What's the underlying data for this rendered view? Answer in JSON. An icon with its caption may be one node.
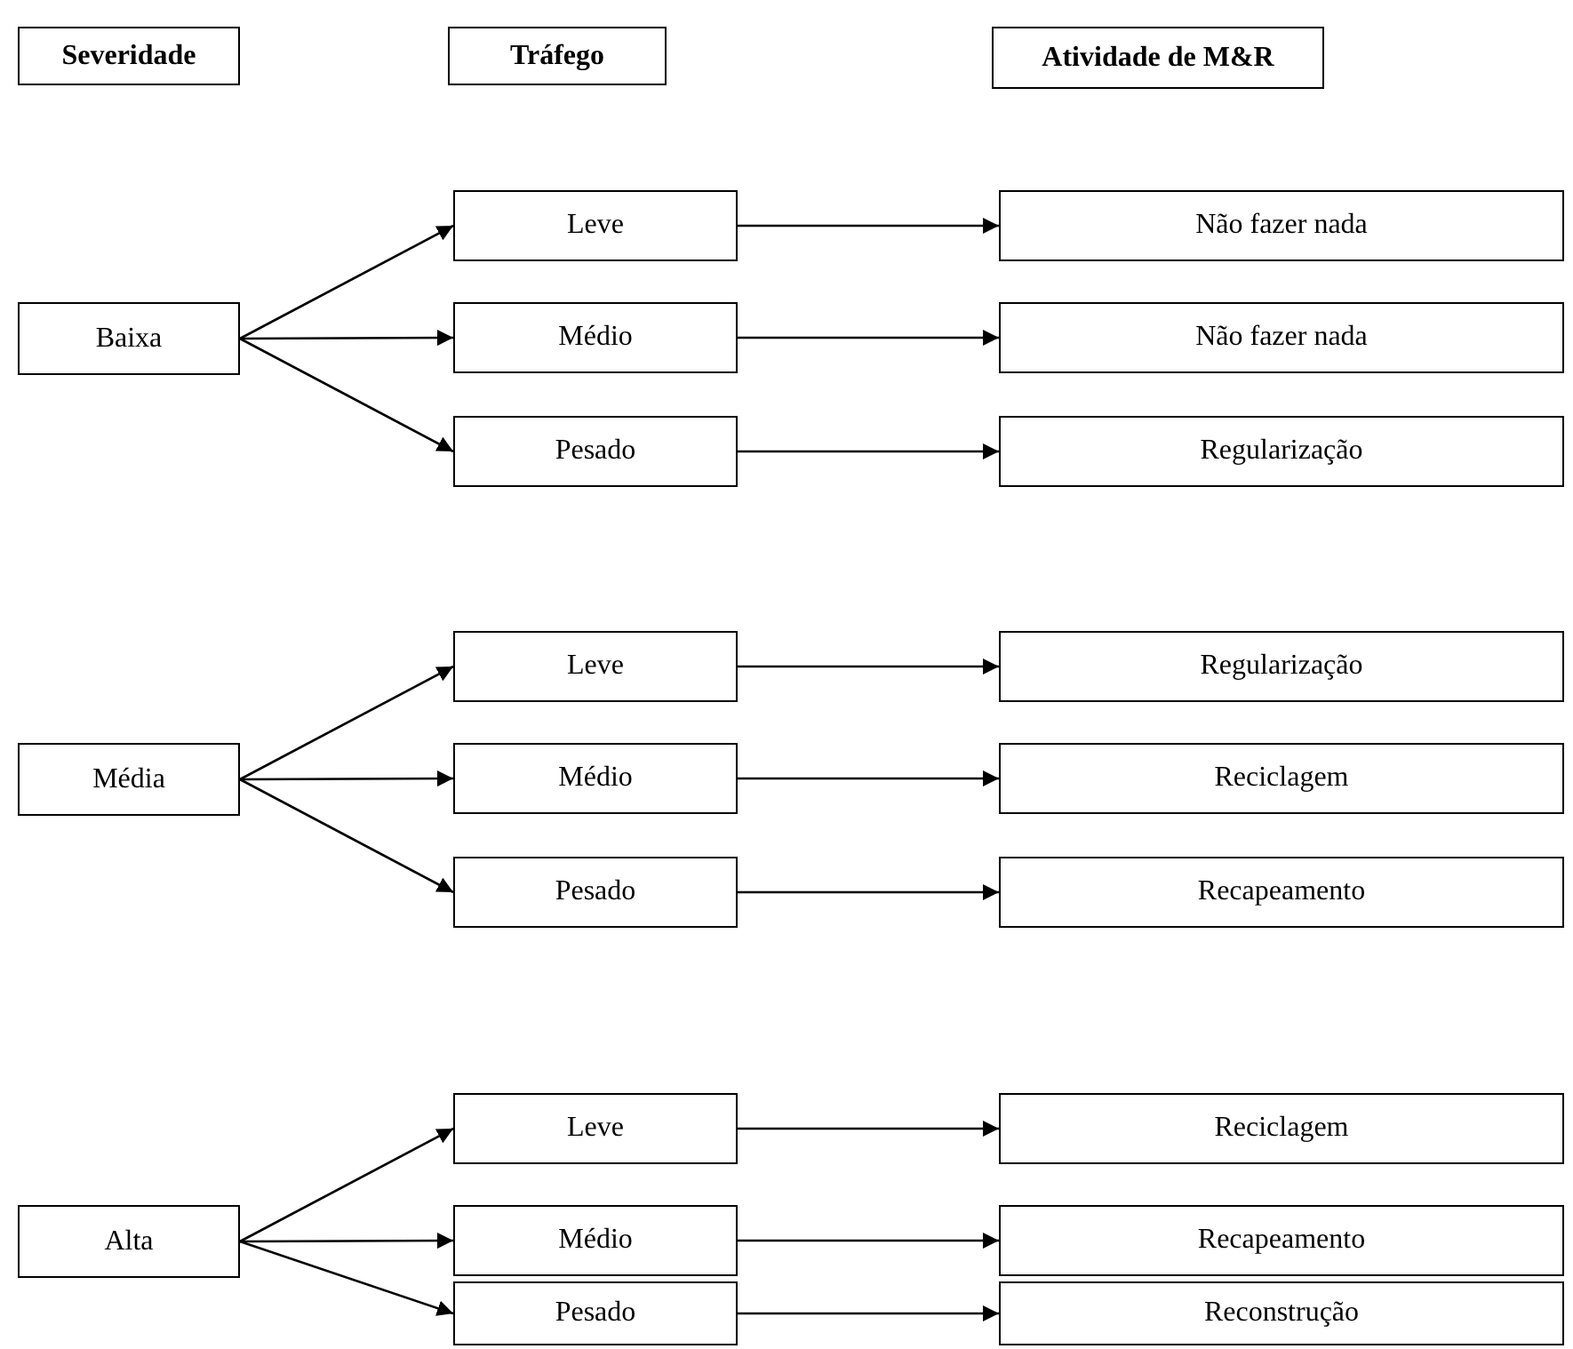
{
  "diagram": {
    "nodes": [
      {
        "text": [
          "Severidade"
        ]
      },
      {
        "text": [
          "Tráfego"
        ]
      },
      {
        "text": [
          "Atividade de M&R"
        ]
      },
      {
        "text": [
          "Baixa"
        ]
      },
      {
        "text": [
          "Leve"
        ]
      },
      {
        "text": [
          "Não fazer nada"
        ]
      },
      {
        "text": [
          "Médio"
        ]
      },
      {
        "text": [
          "Não fazer nada"
        ]
      },
      {
        "text": [
          "Pesado"
        ]
      },
      {
        "text": [
          "Regularização"
        ]
      },
      {
        "text": [
          "Média"
        ]
      },
      {
        "text": [
          "Leve"
        ]
      },
      {
        "text": [
          "Regularização"
        ]
      },
      {
        "text": [
          "Médio"
        ]
      },
      {
        "text": [
          "Reciclagem"
        ]
      },
      {
        "text": [
          "Pesado"
        ]
      },
      {
        "text": [
          "Recapeamento"
        ]
      },
      {
        "text": [
          "Alta"
        ]
      },
      {
        "text": [
          "Leve"
        ]
      },
      {
        "text": [
          "Reciclagem"
        ]
      },
      {
        "text": [
          "Médio"
        ]
      },
      {
        "text": [
          "Recapeamento"
        ]
      },
      {
        "text": [
          "Pesado"
        ]
      },
      {
        "text": [
          "Reconstrução"
        ]
      }
    ],
    "edges": [
      {
        "from": 3,
        "to": 4,
        "arrow": "to"
      },
      {
        "from": 3,
        "to": 6,
        "arrow": "to"
      },
      {
        "from": 3,
        "to": 8,
        "arrow": "to"
      },
      {
        "from": 4,
        "to": 5,
        "arrow": "to"
      },
      {
        "from": 6,
        "to": 7,
        "arrow": "to"
      },
      {
        "from": 8,
        "to": 9,
        "arrow": "to"
      },
      {
        "from": 10,
        "to": 11,
        "arrow": "to"
      },
      {
        "from": 10,
        "to": 13,
        "arrow": "to"
      },
      {
        "from": 10,
        "to": 15,
        "arrow": "to"
      },
      {
        "from": 11,
        "to": 12,
        "arrow": "to"
      },
      {
        "from": 13,
        "to": 14,
        "arrow": "to"
      },
      {
        "from": 15,
        "to": 16,
        "arrow": "to"
      },
      {
        "from": 17,
        "to": 18,
        "arrow": "to"
      },
      {
        "from": 17,
        "to": 20,
        "arrow": "to"
      },
      {
        "from": 17,
        "to": 22,
        "arrow": "to"
      },
      {
        "from": 18,
        "to": 19,
        "arrow": "to"
      },
      {
        "from": 20,
        "to": 21,
        "arrow": "to"
      },
      {
        "from": 22,
        "to": 23,
        "arrow": "to"
      }
    ]
  }
}
